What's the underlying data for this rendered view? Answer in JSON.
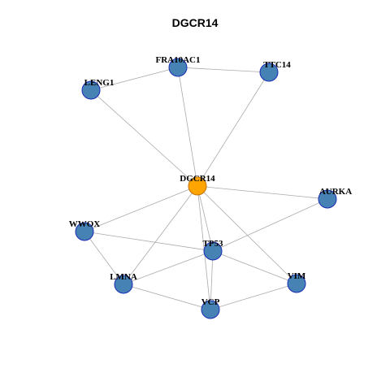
{
  "title": "DGCR14",
  "colors": {
    "hub_fill": "#FFA500",
    "hub_stroke": "#C07000",
    "node_fill": "#4682B4",
    "node_stroke": "#1A2BB8",
    "edge": "#AAAAAA"
  },
  "nodes": [
    {
      "id": "DGCR14",
      "label": "DGCR14",
      "hub": true
    },
    {
      "id": "FRA10AC1",
      "label": "FRA10AC1"
    },
    {
      "id": "TTC14",
      "label": "TTC14"
    },
    {
      "id": "LENG1",
      "label": "LENG1"
    },
    {
      "id": "AURKA",
      "label": "AURKA"
    },
    {
      "id": "WWOX",
      "label": "WWOX"
    },
    {
      "id": "TP53",
      "label": "TP53"
    },
    {
      "id": "LMNA",
      "label": "LMNA"
    },
    {
      "id": "VIM",
      "label": "VIM"
    },
    {
      "id": "VCP",
      "label": "VCP"
    }
  ],
  "edges": [
    [
      "LENG1",
      "FRA10AC1"
    ],
    [
      "FRA10AC1",
      "TTC14"
    ],
    [
      "LENG1",
      "DGCR14"
    ],
    [
      "FRA10AC1",
      "DGCR14"
    ],
    [
      "TTC14",
      "DGCR14"
    ],
    [
      "DGCR14",
      "AURKA"
    ],
    [
      "DGCR14",
      "WWOX"
    ],
    [
      "DGCR14",
      "TP53"
    ],
    [
      "DGCR14",
      "LMNA"
    ],
    [
      "DGCR14",
      "VIM"
    ],
    [
      "DGCR14",
      "VCP"
    ],
    [
      "AURKA",
      "TP53"
    ],
    [
      "WWOX",
      "TP53"
    ],
    [
      "WWOX",
      "LMNA"
    ],
    [
      "TP53",
      "LMNA"
    ],
    [
      "TP53",
      "VIM"
    ],
    [
      "TP53",
      "VCP"
    ],
    [
      "LMNA",
      "VCP"
    ],
    [
      "VCP",
      "VIM"
    ]
  ]
}
